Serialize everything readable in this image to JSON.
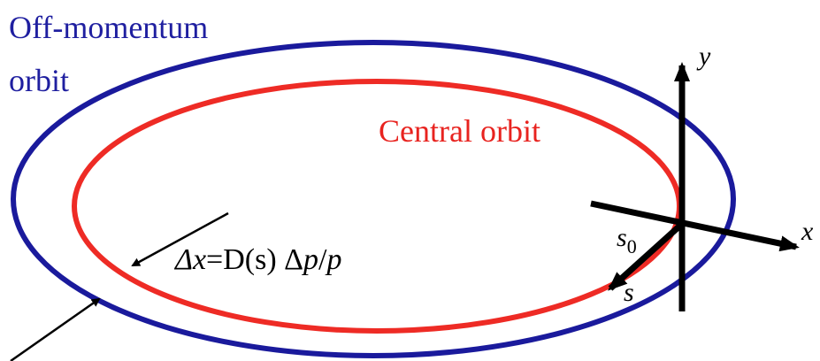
{
  "labels": {
    "off_momentum_line1": "Off-momentum",
    "off_momentum_line2": "orbit",
    "central_orbit": "Central orbit",
    "delta_x": "Δx",
    "equation_rest": "=D(s) Δ",
    "p_num": "p",
    "slash": "/",
    "p_den": "p",
    "axis_y": "y",
    "axis_x": "x",
    "axis_s": "s",
    "s0_base": "s",
    "s0_sub": "0"
  },
  "colors": {
    "off_momentum_orbit": "#1a1a9c",
    "central_orbit": "#ee2b25",
    "axes": "#000000"
  }
}
